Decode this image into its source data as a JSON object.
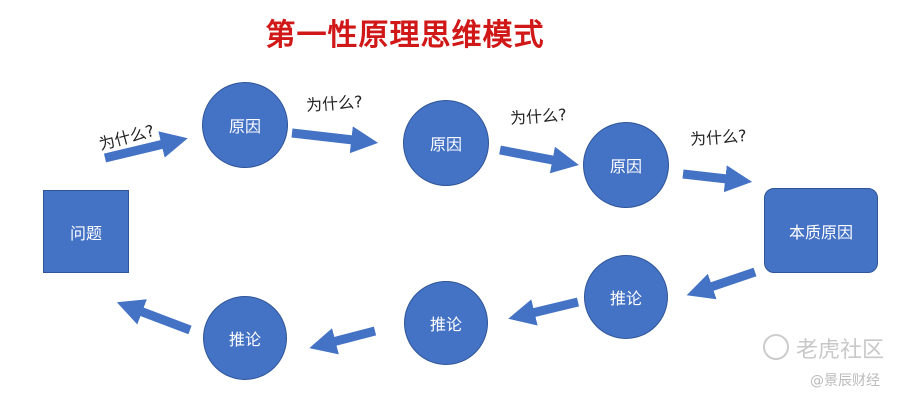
{
  "title": "第一性原理思维模式",
  "nodes": {
    "problem": "问题",
    "cause1": "原因",
    "cause2": "原因",
    "cause3": "原因",
    "root_cause": "本质原因",
    "infer1": "推论",
    "infer2": "推论",
    "infer3": "推论"
  },
  "why_labels": [
    "为什么?",
    "为什么?",
    "为什么?",
    "为什么?"
  ],
  "watermark": {
    "brand": "老虎社区",
    "author": "@景辰财经"
  },
  "colors": {
    "node": "#4472c4",
    "title": "#d01818"
  }
}
